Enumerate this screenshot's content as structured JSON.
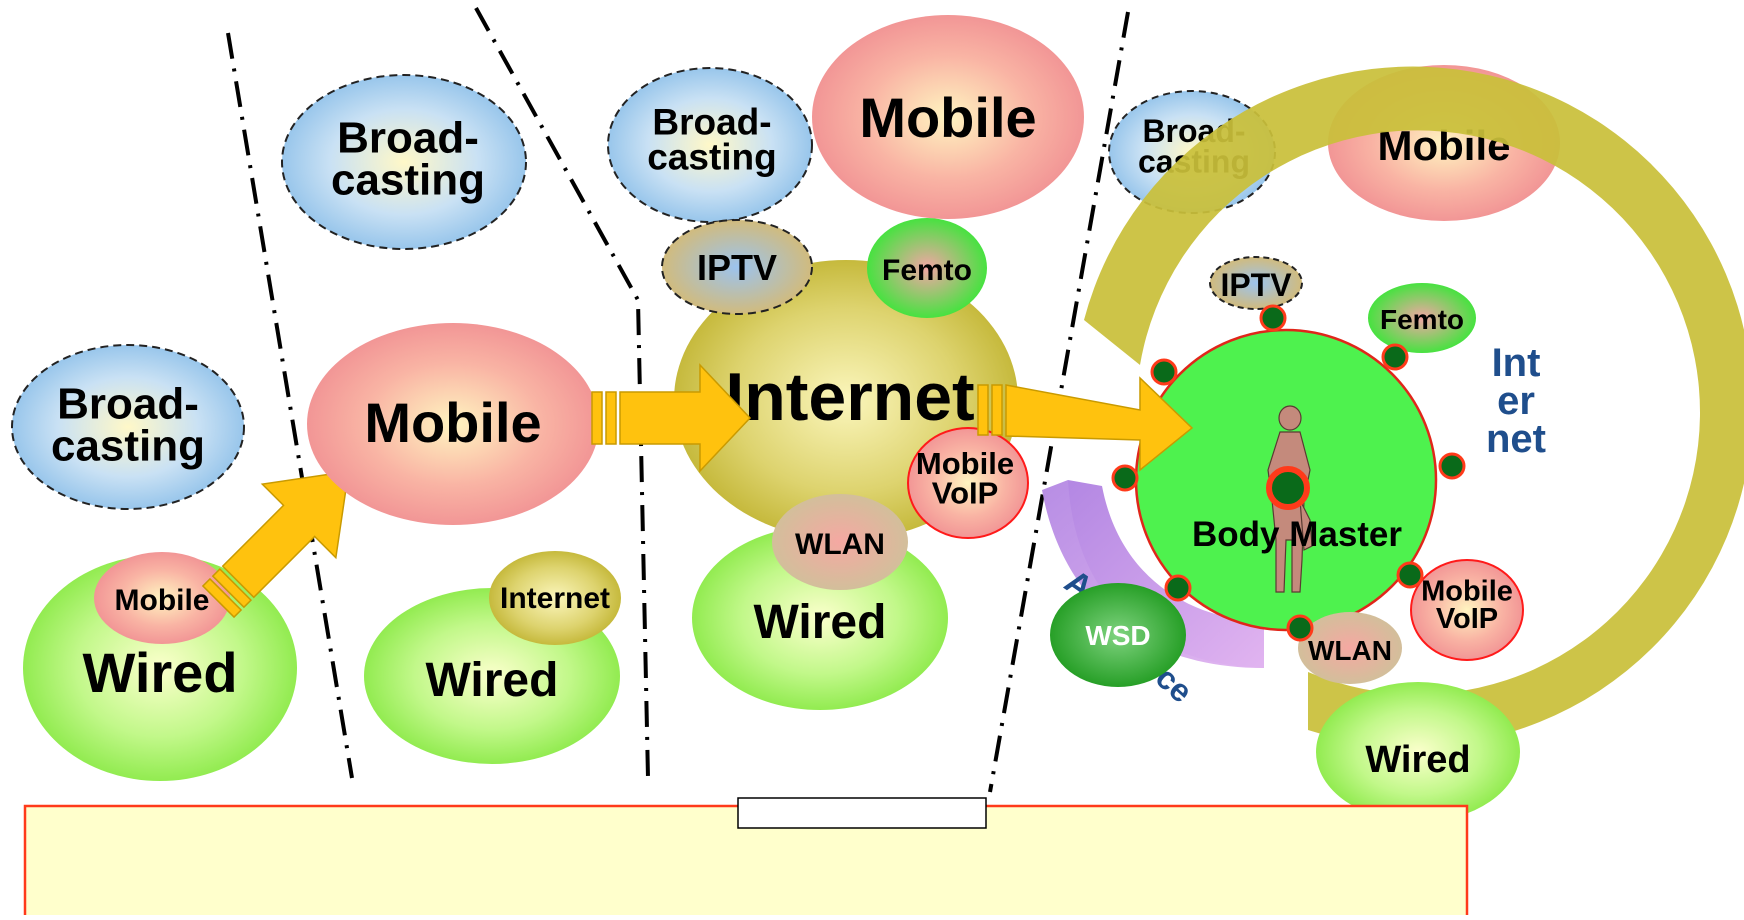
{
  "eras": {
    "era1": {
      "broadcasting": "Broad-\ncasting",
      "mobile": "Mobile",
      "wired": "Wired"
    },
    "era2": {
      "broadcasting": "Broad-\ncasting",
      "mobile": "Mobile",
      "internet": "Internet",
      "wired": "Wired"
    },
    "era3": {
      "broadcasting": "Broad-\ncasting",
      "mobile": "Mobile",
      "iptv": "IPTV",
      "femto": "Femto",
      "internet": "Internet",
      "mobile_voip": "Mobile\nVoIP",
      "wlan": "WLAN",
      "wired": "Wired"
    },
    "era4": {
      "broadcasting": "Broad-\ncasting",
      "mobile": "Mobile",
      "iptv": "IPTV",
      "femto": "Femto",
      "internet": "Int\ner\nnet",
      "body_master": "Body Master",
      "mobile_voip": "Mobile\nVoIP",
      "wlan": "WLAN",
      "wsd": "WSD",
      "wired": "Wired",
      "partial_a": "A",
      "partial_ce": "ce"
    }
  },
  "colors": {
    "broadcasting": "#9cc8ee",
    "mobile": "#f39a9a",
    "wired": "#8fea4a",
    "internet": "#c9bf3a",
    "arrow": "#ffc20e",
    "body": "#4ef24e",
    "node": "#0a6a1a",
    "node_ring": "#ff3a1a",
    "accent_text": "#1f4e8c",
    "purple_arc": "#c69ae6",
    "bottom_box": "#ffffcc",
    "bottom_border": "#ff3a1a"
  }
}
